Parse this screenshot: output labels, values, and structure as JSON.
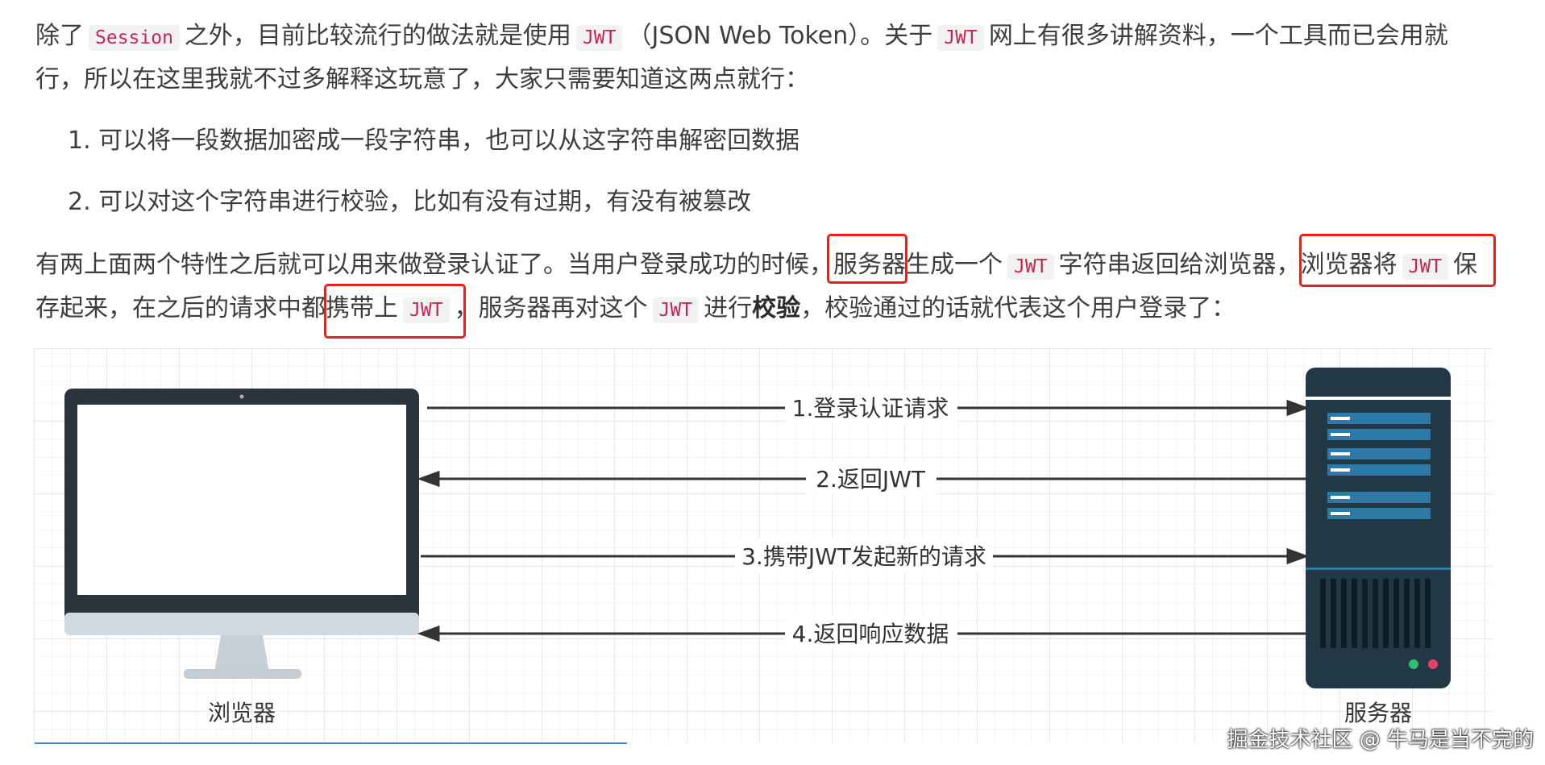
{
  "paragraph1": {
    "t1": "除了",
    "code_session": "Session",
    "t2": "之外，目前比较流行的做法就是使用",
    "code_jwt1": "JWT",
    "t3": "（JSON Web Token）。关于",
    "code_jwt2": "JWT",
    "t4": "网上有很多讲解资料，一个工具而已会用就",
    "line2": "行，所以在这里我就不过多解释这玩意了，大家只需要知道这两点就行："
  },
  "list": [
    "1. 可以将一段数据加密成一段字符串，也可以从这字符串解密回数据",
    "2. 可以对这个字符串进行校验，比如有没有过期，有没有被篡改"
  ],
  "paragraph2": {
    "t1": "有两上面两个特性之后就可以用来做登录认证了。当用户登录成功的时候，",
    "server": "服务器",
    "t2": "生成一个",
    "code_jwt1": "JWT",
    "t3": "字符串返回给浏览器，",
    "browser_save": "浏览器将",
    "code_jwt2": "JWT",
    "t4": "保",
    "line2_t1": "存起来，在之后的请求中都",
    "carry": "携带上",
    "code_jwt3": "JWT",
    "line2_t2": "，服务器再对这个",
    "code_jwt4": "JWT",
    "line2_t3": "进行",
    "verify": "校验",
    "line2_t4": "，校验通过的话就代表这个用户登录了："
  },
  "diagram": {
    "arrows": [
      "1.登录认证请求",
      "2.返回JWT",
      "3.携带JWT发起新的请求",
      "4.返回响应数据"
    ],
    "client_label": "浏览器",
    "server_label": "服务器"
  },
  "watermark": "掘金技术社区 @ 牛马是当不完的",
  "colors": {
    "highlight": "#e8211c",
    "code_text": "#c7254e",
    "server_body": "#223845",
    "server_slot": "#2d7aa6"
  }
}
